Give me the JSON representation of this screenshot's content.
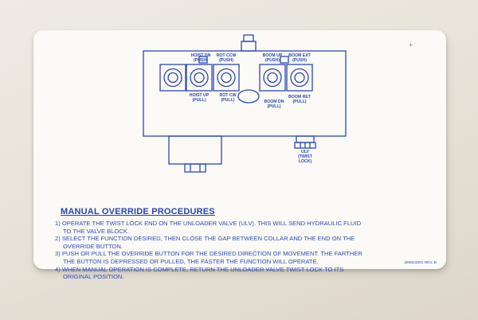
{
  "colors": {
    "ink": "#2b47b6",
    "placard": "#fbfaf6",
    "wall": "#e9e4da"
  },
  "diagram": {
    "labels": [
      {
        "id": "hoist-dn",
        "text": "HOIST DN\n(PUSH)"
      },
      {
        "id": "rot-ccw",
        "text": "ROT CCW\n(PUSH)"
      },
      {
        "id": "boom-up",
        "text": "BOOM UP\n(PUSH)"
      },
      {
        "id": "boom-ext",
        "text": "BOOM EXT\n(PUSH)"
      },
      {
        "id": "hoist-up",
        "text": "HOIST UP\n(PULL)"
      },
      {
        "id": "rot-cw",
        "text": "ROT CW\n(PULL)"
      },
      {
        "id": "boom-dn",
        "text": "BOOM DN\n(PULL)"
      },
      {
        "id": "boom-ret",
        "text": "BOOM RET\n(PULL)"
      },
      {
        "id": "ulv",
        "text": "ULV\n(TWIST\nLOCK)"
      }
    ]
  },
  "procedures": {
    "title": "MANUAL OVERRIDE PROCEDURES",
    "steps": [
      {
        "line1": "1) OPERATE THE TWIST LOCK END ON THE UNLOADER VALVE (ULV). THIS WILL SEND HYDRAULIC FLUID",
        "line2": "TO THE VALVE BLOCK."
      },
      {
        "line1": "2) SELECT THE FUNCTION DESIRED, THEN CLOSE THE GAP BETWEEN COLLAR AND THE END ON THE",
        "line2": "OVERRIDE BUTTON."
      },
      {
        "line1": "3) PUSH OR PULL THE OVERRIDE BUTTON FOR THE DESIRED DIRECTION OF MOVEMENT. THE FARTHER",
        "line2": "THE BUTTON IS DEPRESSED OR PULLED, THE FASTER THE FUNCTION WILL OPERATE."
      },
      {
        "line1": "4) WHEN MANUAL OPERATION IS COMPLETE, RETURN THE UNLOADER VALVE TWIST LOCK TO ITS",
        "line2": "ORIGINAL POSITION."
      }
    ]
  },
  "part_number": "366823301 REV. B",
  "corner_mark": "+"
}
